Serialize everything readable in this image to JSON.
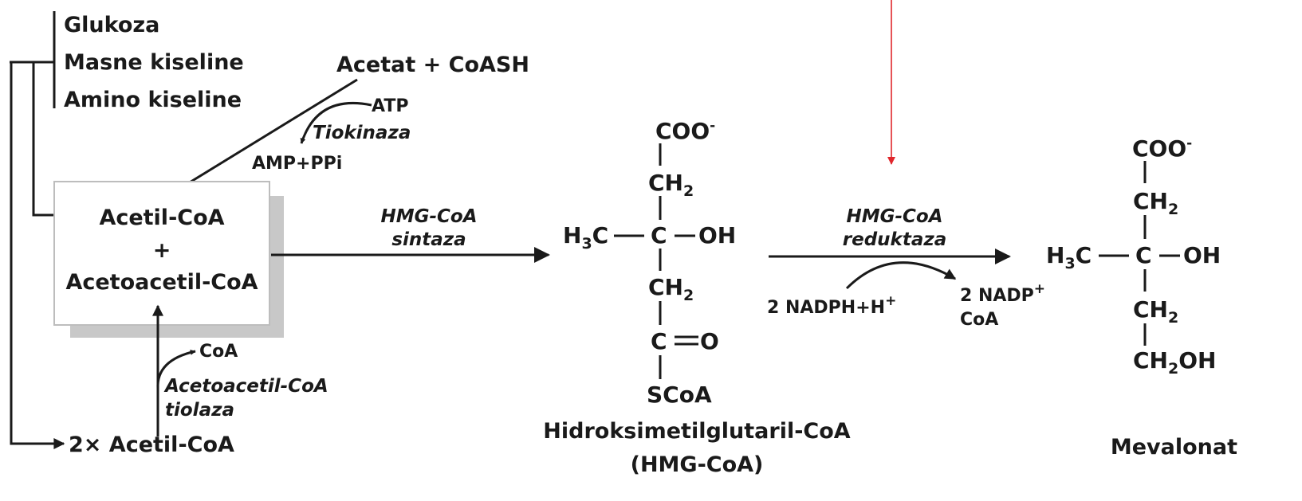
{
  "sources": {
    "glukoza": "Glukoza",
    "masne_kiseline": "Masne kiseline",
    "amino_kiseline": "Amino kiseline"
  },
  "acetat": "Acetat + CoASH",
  "tiokinaza": {
    "atp": "ATP",
    "enzyme": "Tiokinaza",
    "amp": "AMP+PPi"
  },
  "box": {
    "acetil": "Acetil-CoA",
    "plus": "+",
    "acetoacetil": "Acetoacetil-CoA"
  },
  "tiolaza": {
    "coa": "CoA",
    "enzyme_line1": "Acetoacetil-CoA",
    "enzyme_line2": "tiolaza",
    "substrate": "2× Acetil-CoA"
  },
  "hmg_sintaza": {
    "line1": "HMG-CoA",
    "line2": "sintaza"
  },
  "hmg_molecule": {
    "coo": "COO",
    "coo_charge": "-",
    "ch2_top": "CH",
    "ch2_top_sub": "2",
    "h3c": "H",
    "h3c_sub": "3",
    "h3c_c": "C",
    "center_c": "C",
    "oh": "OH",
    "ch2_bottom": "CH",
    "ch2_bottom_sub": "2",
    "carbonyl_c": "C",
    "carbonyl_o": "O",
    "scoa": "SCoA",
    "name": "Hidroksimetilglutaril-CoA",
    "abbrev": "(HMG-CoA)"
  },
  "hmg_reduktaza": {
    "line1": "HMG-CoA",
    "line2": "reduktaza",
    "nadph": "2 NADPH+H",
    "nadph_charge": "+",
    "nadp": "2 NADP",
    "nadp_charge": "+",
    "coa": "CoA"
  },
  "mevalonat": {
    "coo": "COO",
    "coo_charge": "-",
    "ch2_top": "CH",
    "ch2_top_sub": "2",
    "h3c": "H",
    "h3c_sub": "3",
    "h3c_c": "C",
    "center_c": "C",
    "oh": "OH",
    "ch2_bottom": "CH",
    "ch2_bottom_sub": "2",
    "ch2oh": "CH",
    "ch2oh_sub": "2",
    "ch2oh_oh": "OH",
    "name": "Mevalonat"
  },
  "colors": {
    "ink": "#1a1a1a",
    "box_shadow": "#c8c8c8",
    "box_border": "#bdbdbd",
    "annotation_arrow": "#e0262b"
  }
}
